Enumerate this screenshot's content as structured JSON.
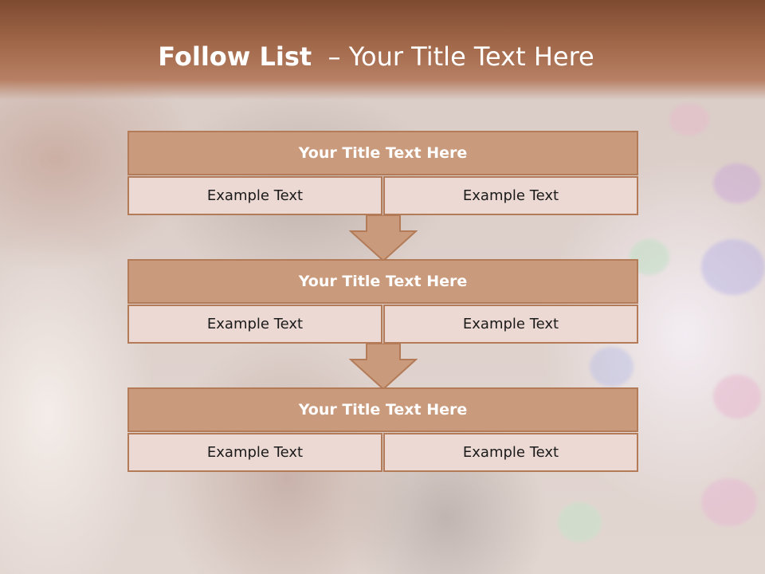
{
  "slide": {
    "title_bold": "Follow List",
    "title_rest": "  – Your Title Text Here"
  },
  "blocks": [
    {
      "title": "Your Title Text Here",
      "left": "Example Text",
      "right": "Example Text"
    },
    {
      "title": "Your Title Text Here",
      "left": "Example Text",
      "right": "Example Text"
    },
    {
      "title": "Your Title Text Here",
      "left": "Example Text",
      "right": "Example Text"
    }
  ],
  "colors": {
    "header": "#a2684a",
    "block_head": "#c99a7c",
    "cell": "#ecd9d3",
    "border": "#b37b57"
  }
}
